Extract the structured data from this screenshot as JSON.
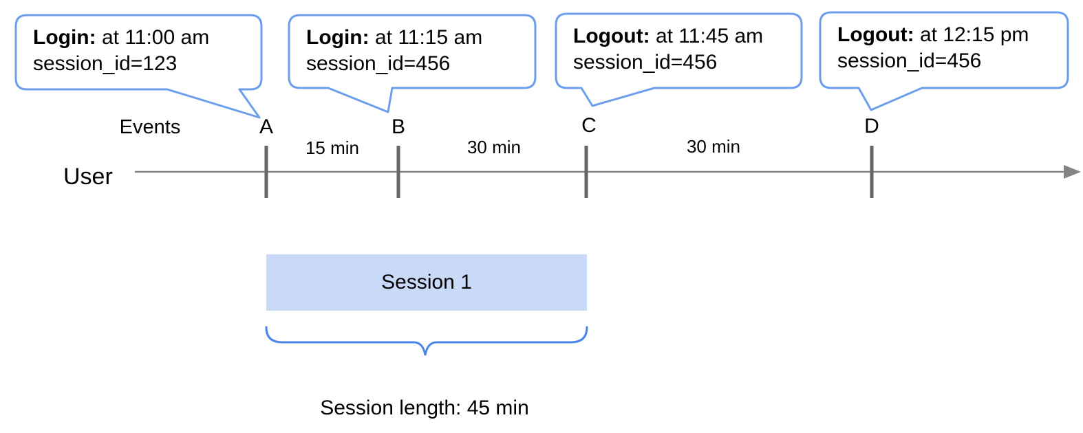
{
  "callouts": [
    {
      "event": "Login:",
      "detail": " at 11:00 am",
      "session": "session_id=123",
      "marker": "A"
    },
    {
      "event": "Login:",
      "detail": " at 11:15 am",
      "session": "session_id=456",
      "marker": "B"
    },
    {
      "event": "Logout:",
      "detail": " at 11:45 am",
      "session": "session_id=456",
      "marker": "C"
    },
    {
      "event": "Logout:",
      "detail": " at 12:15 pm",
      "session": "session_id=456",
      "marker": "D"
    }
  ],
  "timeline": {
    "events_label": "Events",
    "axis_label": "User",
    "markers": [
      "A",
      "B",
      "C",
      "D"
    ],
    "intervals": [
      "15 min",
      "30 min",
      "30 min"
    ]
  },
  "session": {
    "box_label": "Session 1",
    "length_label": "Session length: 45 min"
  },
  "colors": {
    "bubble_border": "#6d9eeb",
    "bubble_fill": "#ffffff",
    "session_fill": "#c9daf8",
    "brace": "#4a86e8",
    "axis_line": "#848484",
    "tick": "#666666"
  }
}
